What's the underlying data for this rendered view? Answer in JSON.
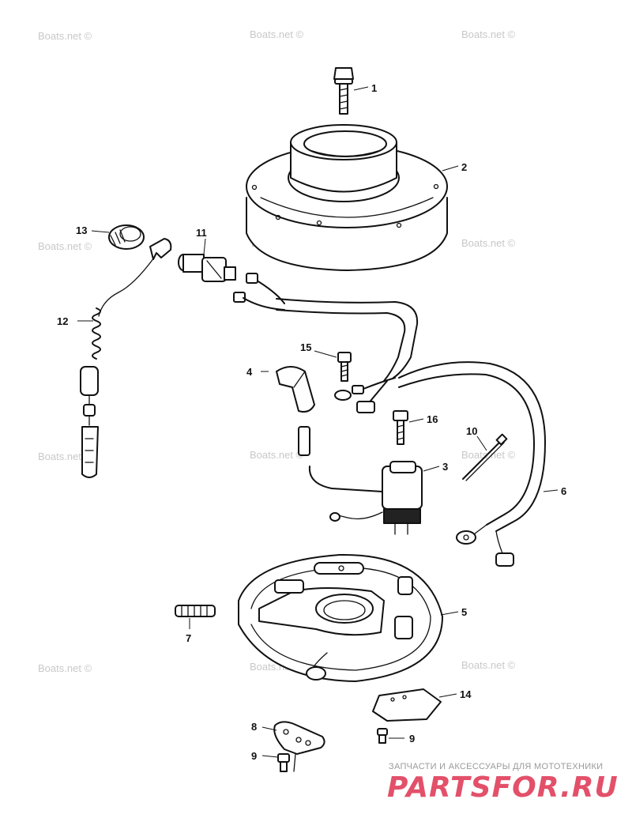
{
  "watermark_text": "Boats.net ©",
  "callouts": {
    "p1": "1",
    "p2": "2",
    "p3": "3",
    "p4": "4",
    "p5": "5",
    "p6": "6",
    "p7": "7",
    "p8": "8",
    "p9a": "9",
    "p9b": "9",
    "p10": "10",
    "p11": "11",
    "p12": "12",
    "p13": "13",
    "p14": "14",
    "p15": "15",
    "p16": "16"
  },
  "brand": {
    "tagline": "ЗАПЧАСТИ И АКСЕССУАРЫ ДЛЯ МОТОТЕХНИКИ",
    "logo": "PARTSFOR.RU"
  },
  "colors": {
    "line": "#111111",
    "watermark": "#c8c8c8",
    "logo": "#e3506a"
  }
}
